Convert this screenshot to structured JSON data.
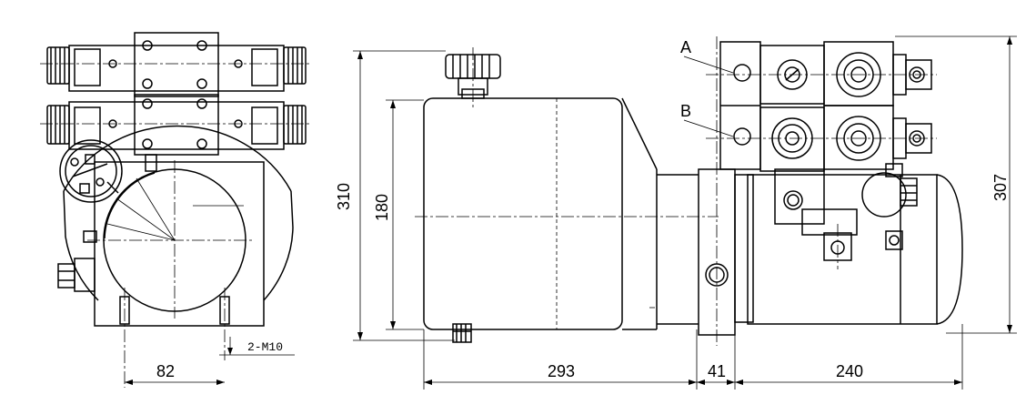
{
  "drawing": {
    "labels": {
      "port_a": "A",
      "port_b": "B",
      "bolt_spec": "2-M10"
    },
    "dimensions": {
      "side_bolt_spacing": "82",
      "total_height": "310",
      "tank_height": "180",
      "tank_length": "293",
      "flange_width": "41",
      "motor_length": "240",
      "overall_height_right": "307"
    }
  }
}
